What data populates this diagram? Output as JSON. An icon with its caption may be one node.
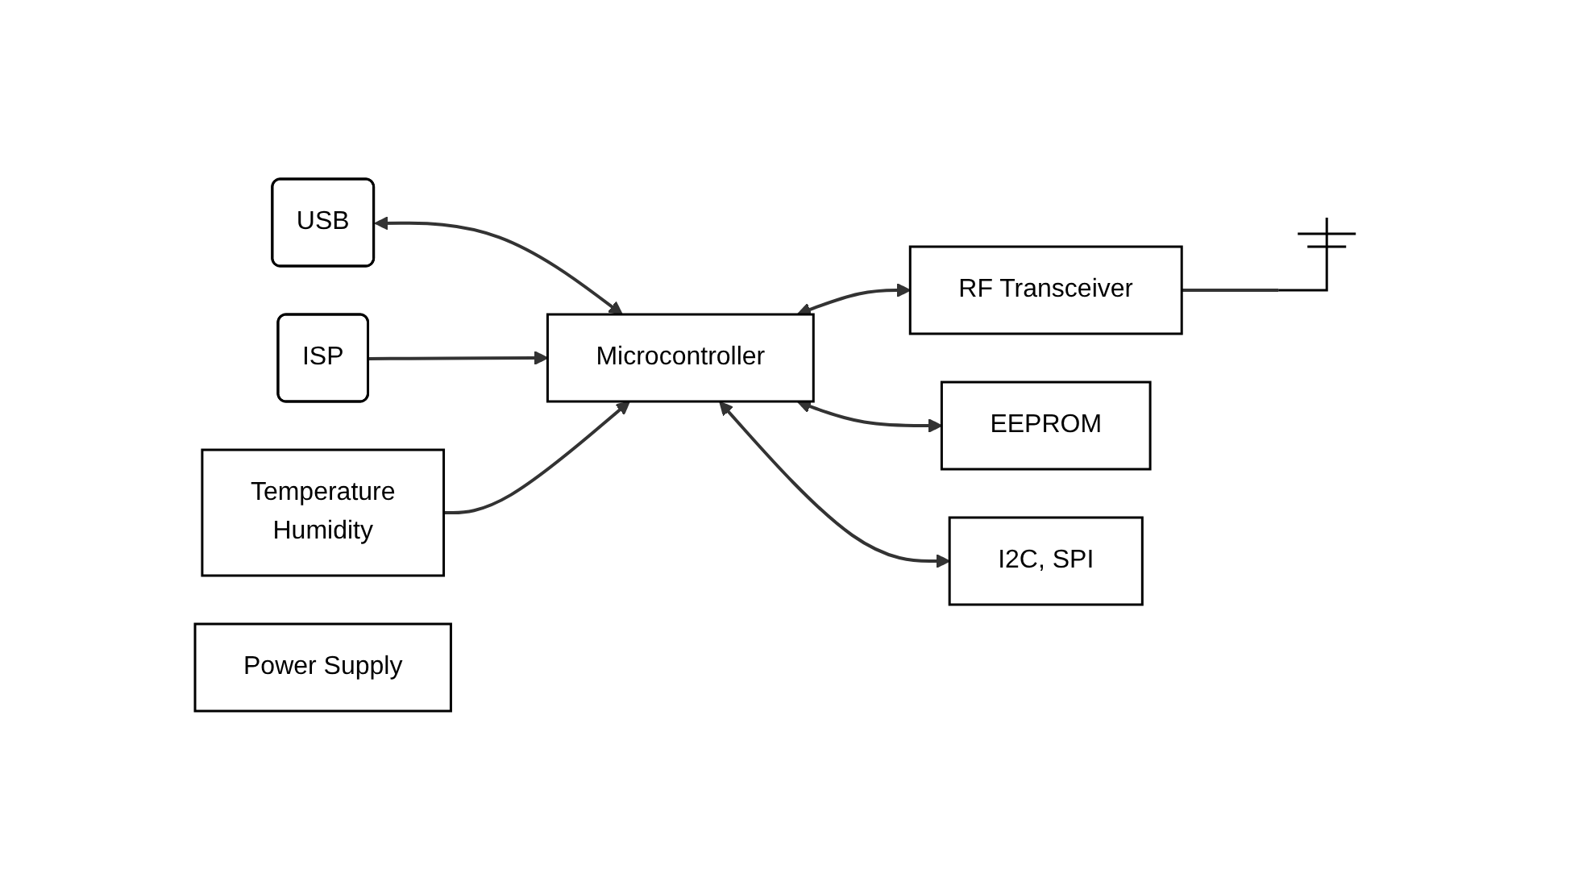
{
  "diagram": {
    "nodes": [
      {
        "text": [
          "USB"
        ]
      },
      {
        "text": [
          "ISP"
        ]
      },
      {
        "text": [
          "Microcontroller"
        ]
      },
      {
        "text": [
          "Temperature",
          "Humidity"
        ]
      },
      {
        "text": [
          "RF Transceiver"
        ]
      },
      {
        "text": [],
        "shape": "picture"
      },
      {
        "text": [
          "EEPROM"
        ]
      },
      {
        "text": [
          "I2C, SPI"
        ]
      },
      {
        "text": [
          "Power Supply"
        ]
      }
    ],
    "edges": [
      {
        "from": 0,
        "to": 2,
        "arrow": "both"
      },
      {
        "from": 1,
        "to": 2,
        "arrow": "to"
      },
      {
        "from": 3,
        "to": 2,
        "arrow": "to"
      },
      {
        "from": 2,
        "to": 4,
        "arrow": "both"
      },
      {
        "from": 4,
        "to": 5,
        "arrow": "none"
      },
      {
        "from": 2,
        "to": 6,
        "arrow": "both"
      },
      {
        "from": 2,
        "to": 7,
        "arrow": "both"
      }
    ]
  }
}
